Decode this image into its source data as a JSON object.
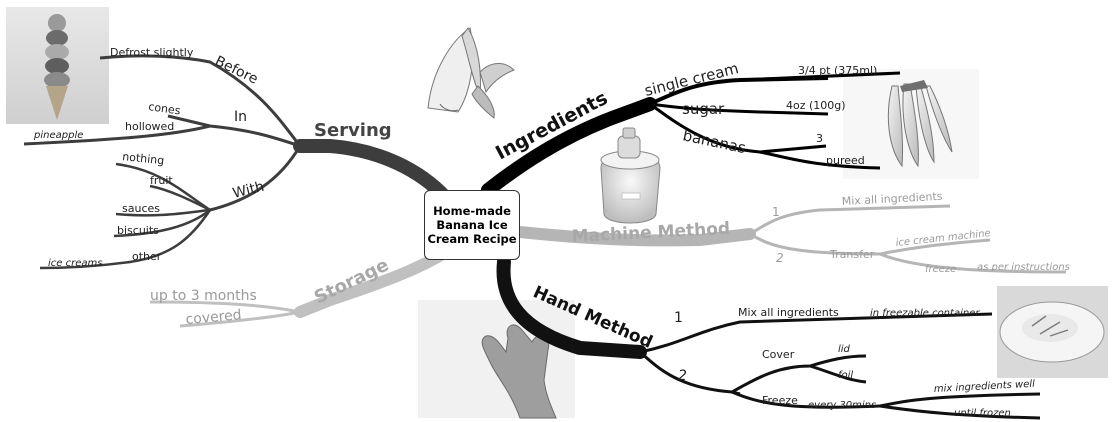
{
  "central_topic": [
    "Home-made",
    "Banana Ice",
    "Cream Recipe"
  ],
  "ingredients": {
    "label": "Ingredients",
    "single_cream": "single cream",
    "single_cream_qty": "3/4 pt (375ml)",
    "sugar": "sugar",
    "sugar_qty": "4oz (100g)",
    "bananas": "bananas",
    "bananas_qty": "3",
    "bananas_prep": "pureed"
  },
  "machine_method": {
    "label": "Machine Method",
    "step1_num": "1",
    "step1_text": "Mix all ingredients",
    "step2_num": "2",
    "step2_text": "Transfer",
    "step2_target": "ice cream machine",
    "step2_freeze": "freeze",
    "step2_freeze_note": "as per instructions"
  },
  "hand_method": {
    "label": "Hand Method",
    "step1_num": "1",
    "step1_text": "Mix all ingredients",
    "step1_note": "in freezable container",
    "step2_num": "2",
    "cover": "Cover",
    "lid": "lid",
    "foil": "foil",
    "freeze": "Freeze",
    "every": "every 30mins",
    "mix_well": "mix ingredients well",
    "until_frozen": "until frozen"
  },
  "serving": {
    "label": "Serving",
    "before": "Before",
    "defrost": "Defrost slightly",
    "in": "In",
    "cones": "cones",
    "hollowed": "hollowed",
    "pineapple": "pineapple",
    "with": "With",
    "nothing": "nothing",
    "fruit": "fruit",
    "sauces": "sauces",
    "biscuits": "biscuits",
    "other": "other",
    "ice_creams": "ice creams"
  },
  "storage": {
    "label": "Storage",
    "duration": "up to 3 months",
    "covered": "covered"
  },
  "colors": {
    "ingredients_branch": "#000000",
    "hand_branch": "#111111",
    "serving_branch": "#3d3d3d",
    "machine_branch": "#b5b5b5",
    "storage_branch": "#c0c0c0"
  }
}
